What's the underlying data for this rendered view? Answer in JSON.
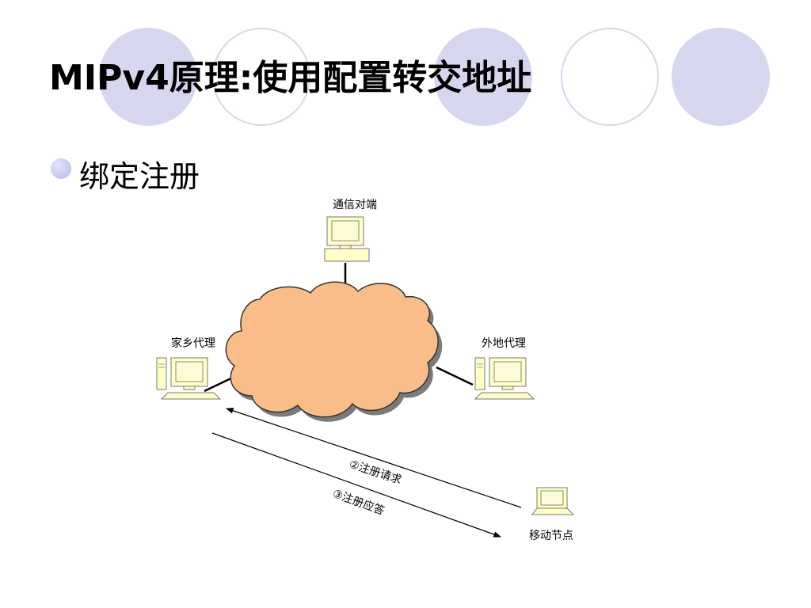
{
  "slide": {
    "title": "MIPv4原理:使用配置转交地址",
    "bullet": "绑定注册"
  },
  "diagram": {
    "nodes": {
      "correspondent": "通信对端",
      "home_agent": "家乡代理",
      "foreign_agent": "外地代理",
      "mobile_node": "移动节点"
    },
    "messages": {
      "request": "②注册请求",
      "reply": "③注册应答"
    }
  },
  "colors": {
    "decor_circle": "#d3d3ee",
    "cloud_fill": "#fbbd87",
    "monitor": "#ffffc6"
  }
}
